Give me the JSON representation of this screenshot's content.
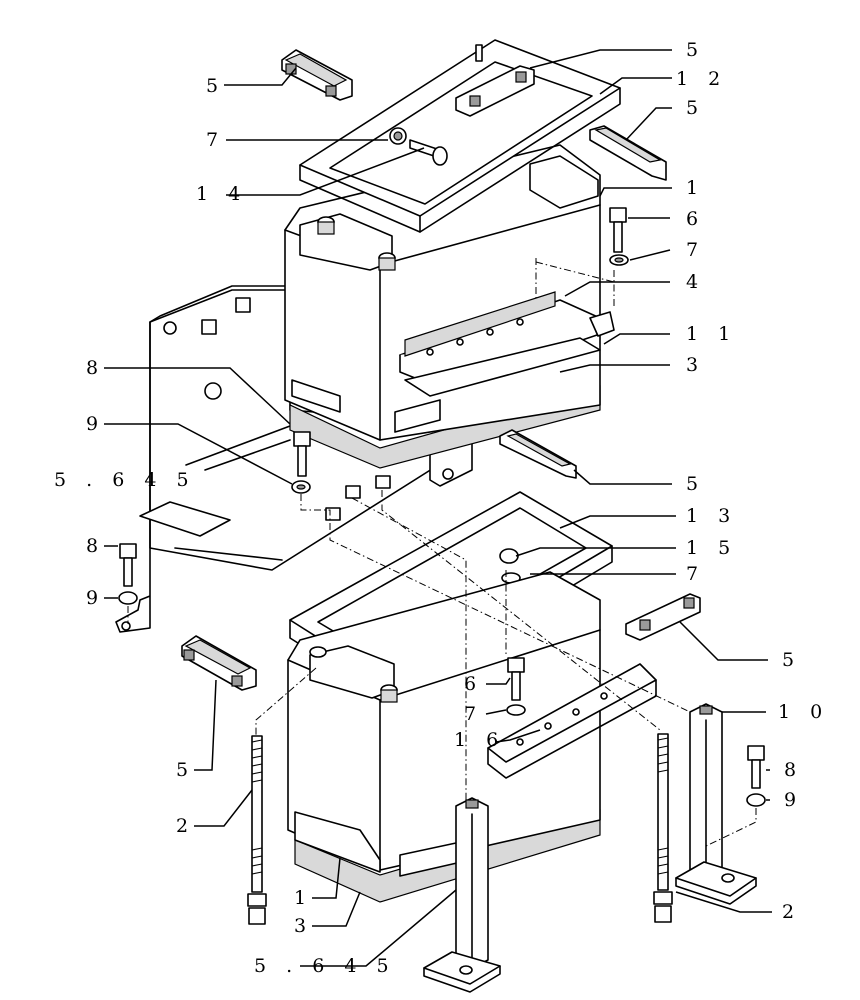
{
  "diagram": {
    "type": "exploded-parts-view",
    "callouts": [
      {
        "id": "c-top-5a",
        "label": "5"
      },
      {
        "id": "c-top-5b",
        "label": "5"
      },
      {
        "id": "c-top-12",
        "label": "1 2"
      },
      {
        "id": "c-top-5c",
        "label": "5"
      },
      {
        "id": "c-top-7",
        "label": "7"
      },
      {
        "id": "c-top-14",
        "label": "1 4"
      },
      {
        "id": "c-top-1",
        "label": "1"
      },
      {
        "id": "c-top-6",
        "label": "6"
      },
      {
        "id": "c-top-7b",
        "label": "7"
      },
      {
        "id": "c-top-4",
        "label": "4"
      },
      {
        "id": "c-top-11",
        "label": "1 1"
      },
      {
        "id": "c-top-3",
        "label": "3"
      },
      {
        "id": "c-mid-8",
        "label": "8"
      },
      {
        "id": "c-mid-9",
        "label": "9"
      },
      {
        "id": "c-mid-5645",
        "label": "5 . 6 4 5"
      },
      {
        "id": "c-mid-5",
        "label": "5"
      },
      {
        "id": "c-mid-13",
        "label": "1 3"
      },
      {
        "id": "c-mid-15",
        "label": "1 5"
      },
      {
        "id": "c-mid-7",
        "label": "7"
      },
      {
        "id": "c-left-8",
        "label": "8"
      },
      {
        "id": "c-left-9",
        "label": "9"
      },
      {
        "id": "c-right-5",
        "label": "5"
      },
      {
        "id": "c-low-6",
        "label": "6"
      },
      {
        "id": "c-low-7",
        "label": "7"
      },
      {
        "id": "c-low-10",
        "label": "1 0"
      },
      {
        "id": "c-low-16",
        "label": "1 6"
      },
      {
        "id": "c-low-5",
        "label": "5"
      },
      {
        "id": "c-low-8",
        "label": "8"
      },
      {
        "id": "c-low-9",
        "label": "9"
      },
      {
        "id": "c-low-2a",
        "label": "2"
      },
      {
        "id": "c-low-1",
        "label": "1"
      },
      {
        "id": "c-low-3",
        "label": "3"
      },
      {
        "id": "c-low-5645",
        "label": "5 . 6 4 5"
      },
      {
        "id": "c-low-2b",
        "label": "2"
      }
    ]
  }
}
